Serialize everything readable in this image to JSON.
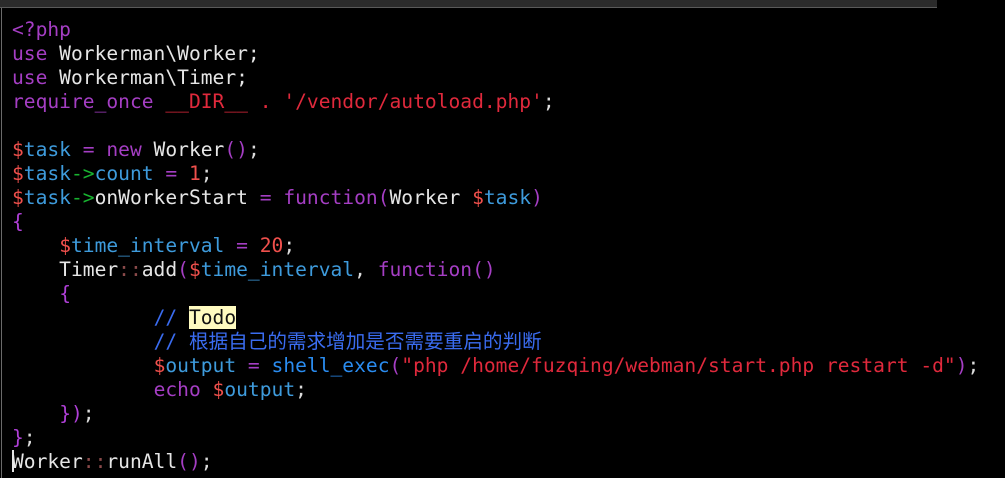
{
  "editor": {
    "lines": [
      [
        {
          "t": "<?php",
          "c": "t-kw"
        }
      ],
      [
        {
          "t": "use",
          "c": "t-kw"
        },
        {
          "t": " Workerman\\Worker;",
          "c": "t-plain"
        }
      ],
      [
        {
          "t": "use",
          "c": "t-kw"
        },
        {
          "t": " Workerman\\Timer;",
          "c": "t-plain"
        }
      ],
      [
        {
          "t": "require_once",
          "c": "t-kw"
        },
        {
          "t": " ",
          "c": "t-plain"
        },
        {
          "t": "__DIR__",
          "c": "t-str"
        },
        {
          "t": " . ",
          "c": "t-str"
        },
        {
          "t": "'/vendor/autoload.php'",
          "c": "t-str"
        },
        {
          "t": ";",
          "c": "t-punc"
        }
      ],
      [],
      [
        {
          "t": "$",
          "c": "t-num"
        },
        {
          "t": "task",
          "c": "t-var"
        },
        {
          "t": " = ",
          "c": "t-kw"
        },
        {
          "t": "new",
          "c": "t-kw"
        },
        {
          "t": " Worker",
          "c": "t-plain"
        },
        {
          "t": "()",
          "c": "t-kw"
        },
        {
          "t": ";",
          "c": "t-punc"
        }
      ],
      [
        {
          "t": "$",
          "c": "t-num"
        },
        {
          "t": "task",
          "c": "t-var"
        },
        {
          "t": "->",
          "c": "t-arrow"
        },
        {
          "t": "count",
          "c": "t-var"
        },
        {
          "t": " = ",
          "c": "t-kw"
        },
        {
          "t": "1",
          "c": "t-num"
        },
        {
          "t": ";",
          "c": "t-punc"
        }
      ],
      [
        {
          "t": "$",
          "c": "t-num"
        },
        {
          "t": "task",
          "c": "t-var"
        },
        {
          "t": "->",
          "c": "t-arrow"
        },
        {
          "t": "onWorkerStart",
          "c": "t-plain"
        },
        {
          "t": " = ",
          "c": "t-kw"
        },
        {
          "t": "function",
          "c": "t-kw"
        },
        {
          "t": "(",
          "c": "t-kw"
        },
        {
          "t": "Worker ",
          "c": "t-plain"
        },
        {
          "t": "$",
          "c": "t-num"
        },
        {
          "t": "task",
          "c": "t-var"
        },
        {
          "t": ")",
          "c": "t-kw"
        }
      ],
      [
        {
          "t": "{",
          "c": "t-brace"
        }
      ],
      [
        {
          "t": "    ",
          "c": "t-plain"
        },
        {
          "t": "$",
          "c": "t-num"
        },
        {
          "t": "time_interval",
          "c": "t-var"
        },
        {
          "t": " = ",
          "c": "t-kw"
        },
        {
          "t": "20",
          "c": "t-num"
        },
        {
          "t": ";",
          "c": "t-punc"
        }
      ],
      [
        {
          "t": "    Timer",
          "c": "t-plain"
        },
        {
          "t": "::",
          "c": "t-dcolon"
        },
        {
          "t": "add",
          "c": "t-plain"
        },
        {
          "t": "(",
          "c": "t-kw"
        },
        {
          "t": "$",
          "c": "t-num"
        },
        {
          "t": "time_interval",
          "c": "t-var"
        },
        {
          "t": ", ",
          "c": "t-punc"
        },
        {
          "t": "function",
          "c": "t-kw"
        },
        {
          "t": "()",
          "c": "t-kw"
        }
      ],
      [
        {
          "t": "    ",
          "c": "t-plain"
        },
        {
          "t": "{",
          "c": "t-brace"
        }
      ],
      [
        {
          "t": "            ",
          "c": "t-plain"
        },
        {
          "t": "// ",
          "c": "t-com"
        },
        {
          "t": "Todo",
          "c": "hl-todo"
        }
      ],
      [
        {
          "t": "            ",
          "c": "t-plain"
        },
        {
          "t": "// 根据自己的需求增加是否需要重启的判断",
          "c": "t-com"
        }
      ],
      [
        {
          "t": "            ",
          "c": "t-plain"
        },
        {
          "t": "$",
          "c": "t-num"
        },
        {
          "t": "output",
          "c": "t-var"
        },
        {
          "t": " = ",
          "c": "t-kw"
        },
        {
          "t": "shell_exec",
          "c": "t-fn"
        },
        {
          "t": "(",
          "c": "t-kw"
        },
        {
          "t": "\"php /home/fuzqing/webman/start.php restart -d\"",
          "c": "t-str"
        },
        {
          "t": ")",
          "c": "t-kw"
        },
        {
          "t": ";",
          "c": "t-punc"
        }
      ],
      [
        {
          "t": "            ",
          "c": "t-plain"
        },
        {
          "t": "echo",
          "c": "t-kw"
        },
        {
          "t": " ",
          "c": "t-plain"
        },
        {
          "t": "$",
          "c": "t-num"
        },
        {
          "t": "output",
          "c": "t-var"
        },
        {
          "t": ";",
          "c": "t-punc"
        }
      ],
      [
        {
          "t": "    ",
          "c": "t-plain"
        },
        {
          "t": "})",
          "c": "t-brace"
        },
        {
          "t": ";",
          "c": "t-punc"
        }
      ],
      [
        {
          "t": "}",
          "c": "t-brace"
        },
        {
          "t": ";",
          "c": "t-punc"
        }
      ],
      [
        {
          "t": "Worker",
          "c": "t-plain"
        },
        {
          "t": "::",
          "c": "t-dcolon"
        },
        {
          "t": "runAll",
          "c": "t-plain"
        },
        {
          "t": "()",
          "c": "t-kw"
        },
        {
          "t": ";",
          "c": "t-punc"
        }
      ]
    ],
    "cursor_line": 19
  }
}
